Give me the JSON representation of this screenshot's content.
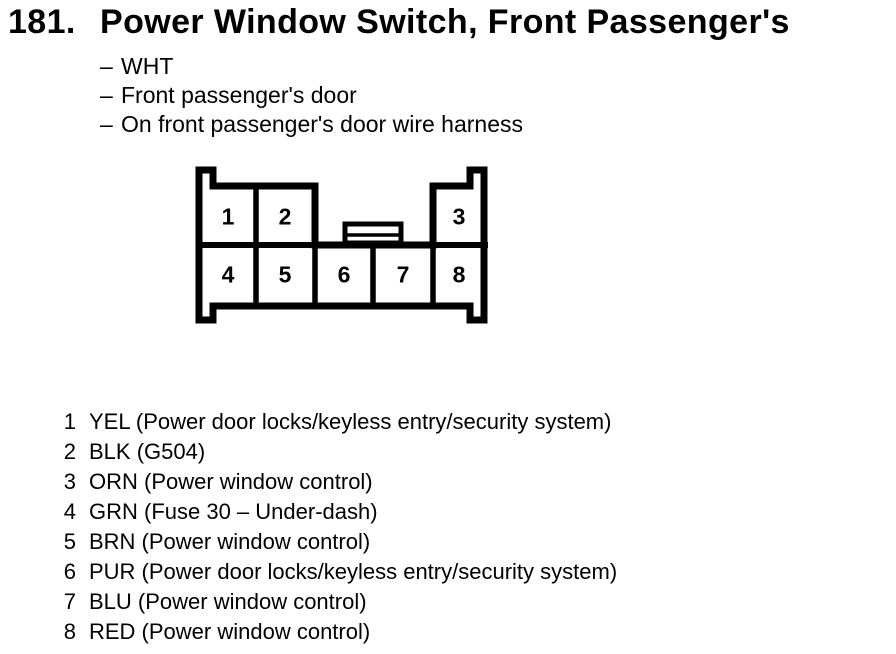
{
  "page": {
    "index": "181.",
    "title": "Power Window Switch, Front Passenger's"
  },
  "details": {
    "bullet_char": "–",
    "items": [
      "WHT",
      "Front passenger's door",
      "On front passenger's door wire harness"
    ]
  },
  "connector": {
    "description": "8-cavity connector, face view, top row cavities 1-3, bottom row cavities 4-8, center lock tab",
    "cavities": [
      "1",
      "2",
      "3",
      "4",
      "5",
      "6",
      "7",
      "8"
    ]
  },
  "pins": {
    "rows": [
      {
        "pin": "1",
        "desc": "YEL (Power door locks/keyless entry/security system)"
      },
      {
        "pin": "2",
        "desc": "BLK (G504)"
      },
      {
        "pin": "3",
        "desc": "ORN (Power window control)"
      },
      {
        "pin": "4",
        "desc": "GRN (Fuse 30 – Under-dash)"
      },
      {
        "pin": "5",
        "desc": "BRN (Power window control)"
      },
      {
        "pin": "6",
        "desc": "PUR (Power door locks/keyless entry/security system)"
      },
      {
        "pin": "7",
        "desc": "BLU (Power window control)"
      },
      {
        "pin": "8",
        "desc": "RED (Power window control)"
      }
    ]
  },
  "colors": {
    "ink": "#000000",
    "paper": "#ffffff"
  }
}
